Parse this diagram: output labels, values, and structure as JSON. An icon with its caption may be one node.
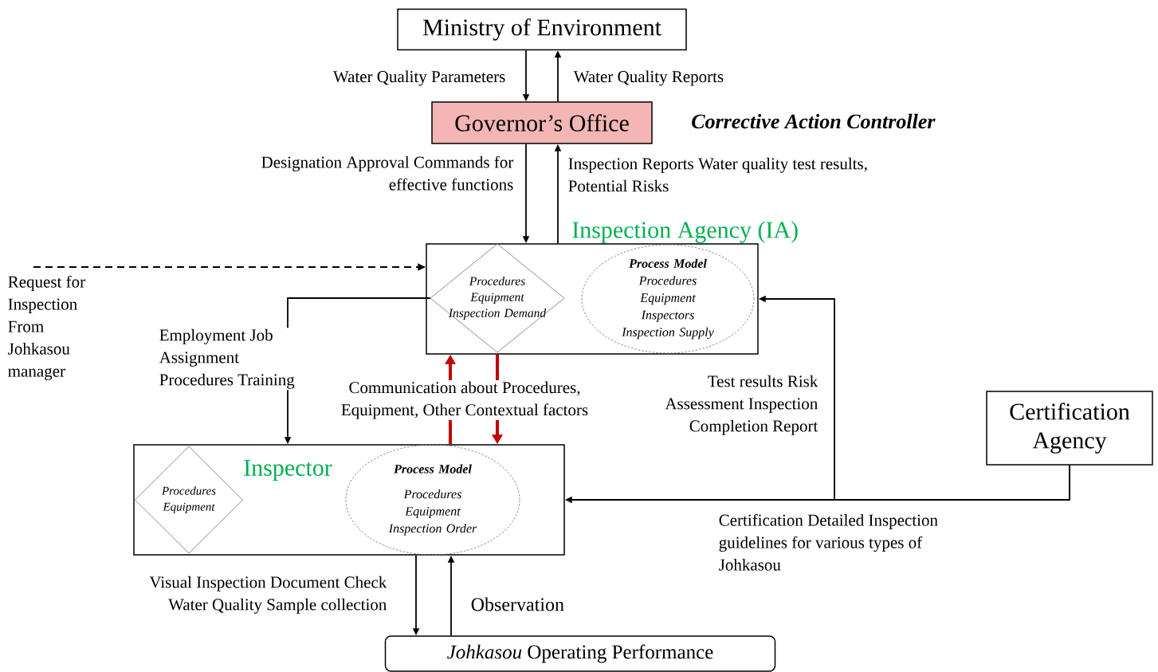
{
  "diagram": {
    "nodes": [
      {
        "text": [
          "Ministry of Environment"
        ]
      },
      {
        "text": [
          "Governor’s Office"
        ]
      },
      {
        "text": [
          "Inspection Agency (IA)"
        ]
      },
      {
        "text": [
          "Procedures Equipment Inspection Demand"
        ],
        "in": 2
      },
      {
        "text": [
          "Process Model",
          "Procedures Equipment Inspectors Inspection Supply"
        ],
        "in": 2
      },
      {
        "text": [
          "Certification Agency"
        ]
      },
      {
        "text": [
          "Inspector"
        ]
      },
      {
        "text": [
          "Procedures Equipment"
        ],
        "in": 6
      },
      {
        "text": [
          "Process Model",
          "Procedures Equipment Inspection Order"
        ],
        "in": 6
      },
      {
        "text": [
          "*Johkasou* Operating Performance"
        ]
      }
    ],
    "edges": [
      {
        "from": 0,
        "to": 1,
        "arrow": "to",
        "label": "Water Quality Parameters"
      },
      {
        "from": 1,
        "to": 0,
        "arrow": "to",
        "label": "Water Quality Reports"
      },
      {
        "from": 1,
        "to": 2,
        "arrow": "to",
        "label": "Designation Approval Commands for effective functions"
      },
      {
        "from": 2,
        "to": 1,
        "arrow": "to",
        "label": "Inspection Reports Water quality test results, Potential Risks"
      },
      {
        "from": 3,
        "to": 6,
        "arrow": "to",
        "label": "Employment Job Assignment Procedures Training"
      },
      {
        "from": 6,
        "to": 2,
        "arrow": "to",
        "style": "thick",
        "color": "#c00000",
        "label": "Communication about Procedures, Equipment, Other Contextual factors"
      },
      {
        "from": 2,
        "to": 6,
        "arrow": "to",
        "style": "thick",
        "color": "#c00000"
      },
      {
        "from": 5,
        "to": 2,
        "arrow": "to",
        "label": "Test results Risk Assessment Inspection Completion Report"
      },
      {
        "from": 5,
        "to": 6,
        "arrow": "to",
        "label": "Certification Detailed Inspection guidelines for various types of Johkasou"
      },
      {
        "from": 6,
        "to": 9,
        "arrow": "to",
        "label": "Visual Inspection Document Check Water Quality Sample collection"
      },
      {
        "from": 9,
        "to": 6,
        "arrow": "to",
        "label": "Observation"
      },
      {
        "from": null,
        "to": 2,
        "arrow": "to",
        "style": "dashed",
        "label": "Request for Inspection From Johkasou manager"
      }
    ],
    "labels": [
      "Corrective Action Controller"
    ]
  }
}
